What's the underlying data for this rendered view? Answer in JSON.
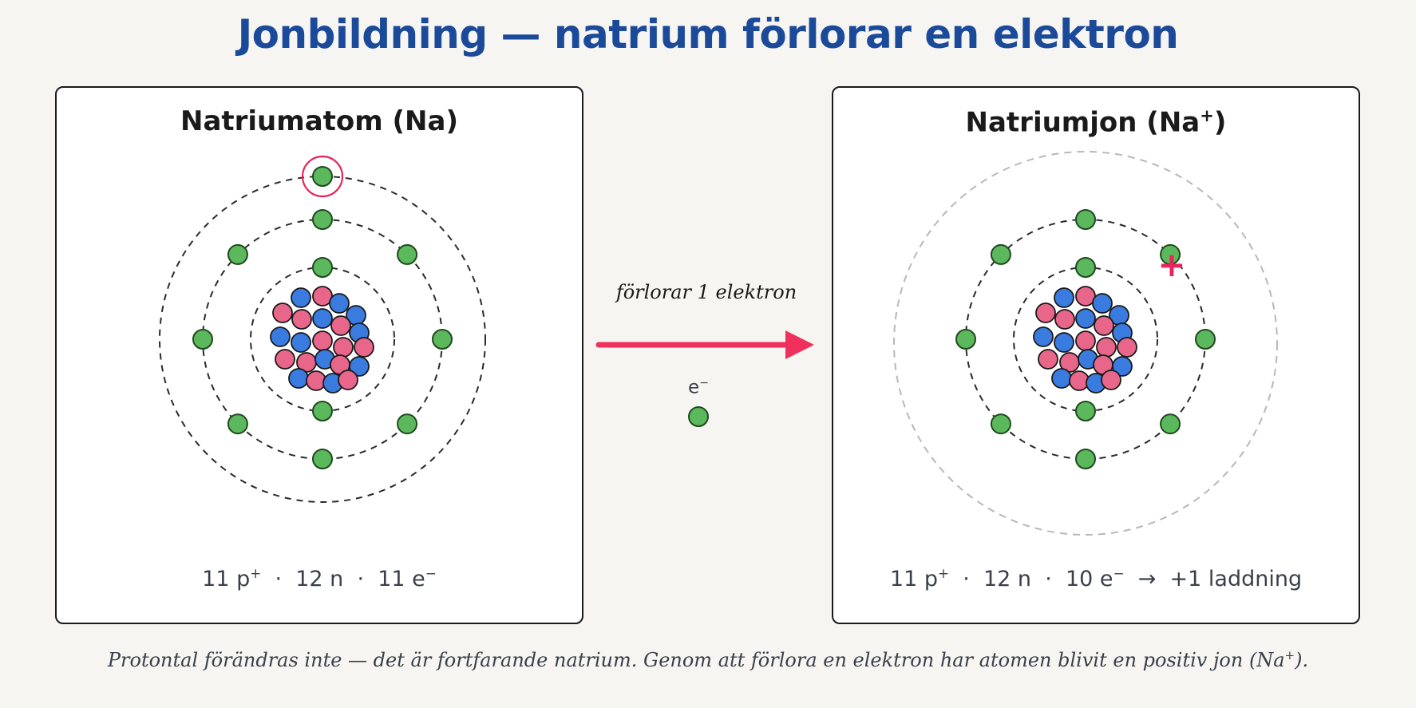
{
  "title": "Jonbildning — natrium förlorar en elektron",
  "left_panel": {
    "title_main": "Natriumatom (Na)",
    "stats": {
      "p": "11 p",
      "p_sup": "+",
      "n": "12 n",
      "e": "11 e",
      "e_sup": "−",
      "sep": "·"
    },
    "shells": [
      2,
      8,
      1
    ]
  },
  "right_panel": {
    "title_main": "Natriumjon (Na",
    "title_sup": "+",
    "title_end": ")",
    "charge_symbol": "+",
    "stats": {
      "p": "11 p",
      "p_sup": "+",
      "n": "12 n",
      "e": "10 e",
      "e_sup": "−",
      "sep": "·",
      "arrow": "→",
      "charge": "+1 laddning"
    },
    "shells": [
      2,
      8
    ]
  },
  "arrow_label": "förlorar 1 elektron",
  "free_electron": {
    "label": "e",
    "label_sup": "−"
  },
  "footer": {
    "text": "Protontal förändras inte — det är fortfarande natrium. Genom att förlora en elektron har atomen blivit en positiv jon (Na",
    "sup": "+",
    "end": ")."
  },
  "colors": {
    "title": "#1c4a9a",
    "electron": "#5cb85c",
    "proton": "#e8668a",
    "neutron": "#3a7be0",
    "highlight": "#e8245c",
    "arrow": "#f0305c"
  }
}
